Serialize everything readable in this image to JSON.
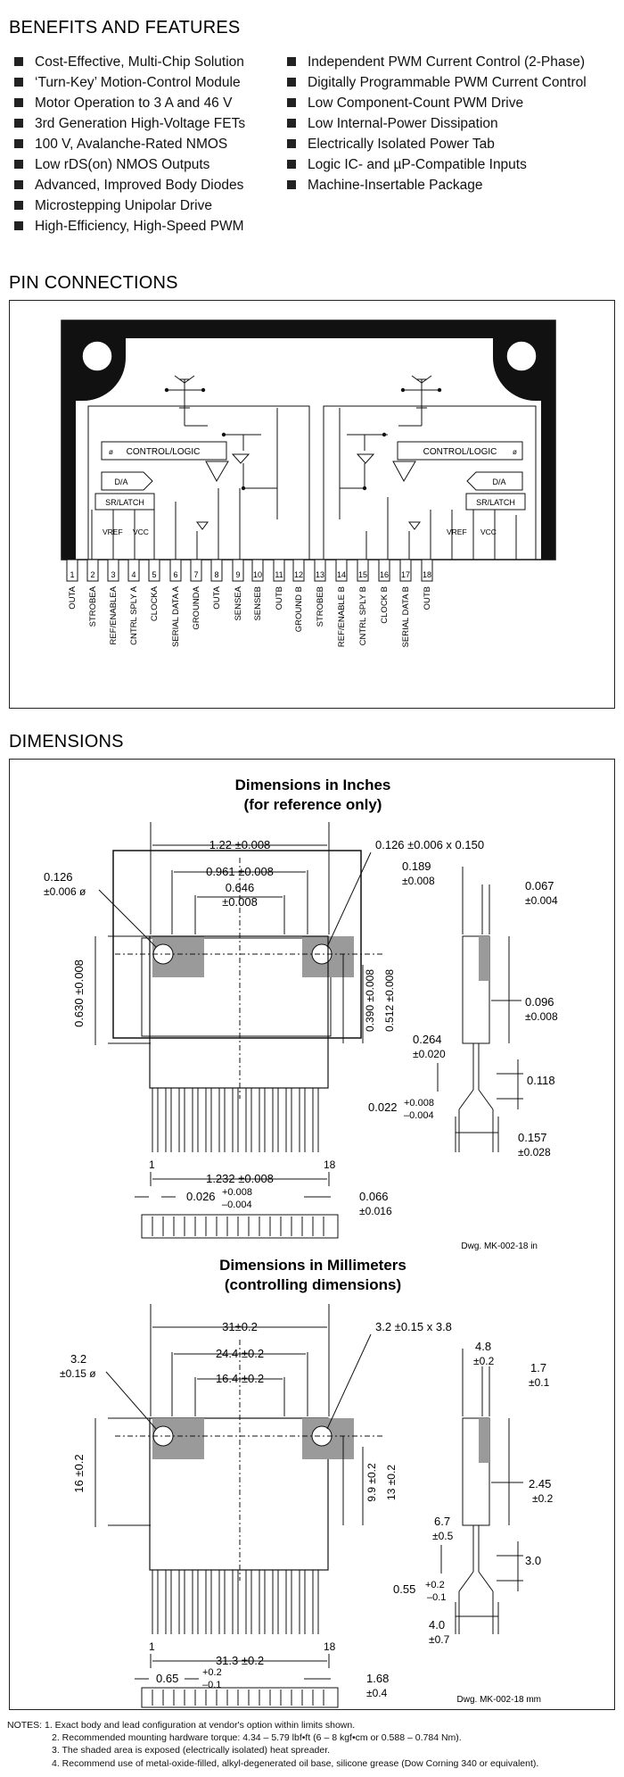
{
  "benefits": {
    "title": "BENEFITS AND FEATURES",
    "left": [
      "Cost-Effective, Multi-Chip Solution",
      "‘Turn-Key’ Motion-Control Module",
      "Motor Operation to 3 A and 46 V",
      "3rd Generation High-Voltage FETs",
      "100 V, Avalanche-Rated NMOS",
      "Low rDS(on) NMOS Outputs",
      "Advanced, Improved Body Diodes",
      "Microstepping Unipolar Drive",
      "High-Efficiency, High-Speed PWM"
    ],
    "right": [
      "Independent PWM Current Control (2-Phase)",
      "Digitally Programmable PWM Current Control",
      "Low Component-Count PWM Drive",
      "Low Internal-Power Dissipation",
      "Electrically Isolated Power Tab",
      "Logic IC- and µP-Compatible Inputs",
      "Machine-Insertable Package"
    ]
  },
  "pins": {
    "title": "PIN CONNECTIONS",
    "control_logic": "CONTROL/LOGIC",
    "da": "D/A",
    "sr_latch": "SR/LATCH",
    "vref": "VREF",
    "vcc": "VCC",
    "phi": "ø",
    "numbers": [
      "1",
      "2",
      "3",
      "4",
      "5",
      "6",
      "7",
      "8",
      "9",
      "10",
      "11",
      "12",
      "13",
      "14",
      "15",
      "16",
      "17",
      "18"
    ],
    "labels": [
      "OUTA",
      "STROBEA",
      "REF/ENABLEA",
      "CNTRL SPLY A",
      "CLOCKA",
      "SERIAL DATA A",
      "GROUNDA",
      "OUTA",
      "SENSEA",
      "SENSEB",
      "OUTB",
      "GROUND B",
      "STROBEB",
      "REF/ENABLE B",
      "CNTRL SPLY B",
      "CLOCK B",
      "SERIAL DATA B",
      "OUTB"
    ]
  },
  "dimensions": {
    "title": "DIMENSIONS",
    "inches": {
      "title1": "Dimensions in Inches",
      "title2": "(for reference only)",
      "overall_width": "1.22 ±0.008",
      "hole_spacing": "0.961 ±0.008",
      "tab_width_1": "0.646",
      "tab_width_2": "±0.008",
      "hole_dia_1": "0.126",
      "hole_dia_2": "±0.006 ø",
      "slot": "0.126 ±0.006 x 0.150",
      "thickness_1": "0.189",
      "thickness_2": "±0.008",
      "tab_thick_1": "0.067",
      "tab_thick_2": "±0.004",
      "height": "0.630 ±0.008",
      "h390": "0.390 ±0.008",
      "h512": "0.512 ±0.008",
      "b096_1": "0.096",
      "b096_2": "±0.008",
      "l264_1": "0.264",
      "l264_2": "±0.020",
      "l118": "0.118",
      "l022_1": "0.022",
      "l022_2": "+0.008",
      "l022_3": "–0.004",
      "l157_1": "0.157",
      "l157_2": "±0.028",
      "pin1": "1",
      "pin18": "18",
      "lead_span": "1.232 ±0.008",
      "lead_w_1": "0.026",
      "lead_w_2": "+0.008",
      "lead_w_3": "–0.004",
      "lead_p_1": "0.066",
      "lead_p_2": "±0.016",
      "dwg": "Dwg. MK-002-18 in"
    },
    "mm": {
      "title1": "Dimensions in Millimeters",
      "title2": "(controlling dimensions)",
      "overall_width": "31±0.2",
      "hole_spacing": "24.4 ±0.2",
      "tab_width": "16.4 ±0.2",
      "hole_dia_1": "3.2",
      "hole_dia_2": "±0.15 ø",
      "slot": "3.2 ±0.15 x 3.8",
      "thickness_1": "4.8",
      "thickness_2": "±0.2",
      "tab_thick_1": "1.7",
      "tab_thick_2": "±0.1",
      "height": "16 ±0.2",
      "h99": "9.9 ±0.2",
      "h13": "13 ±0.2",
      "b245_1": "2.45",
      "b245_2": "±0.2",
      "l67_1": "6.7",
      "l67_2": "±0.5",
      "l30": "3.0",
      "l055_1": "0.55",
      "l055_2": "+0.2",
      "l055_3": "–0.1",
      "l40_1": "4.0",
      "l40_2": "±0.7",
      "pin1": "1",
      "pin18": "18",
      "lead_span": "31.3 ±0.2",
      "lead_w_1": "0.65",
      "lead_w_2": "+0.2",
      "lead_w_3": "–0.1",
      "lead_p_1": "1.68",
      "lead_p_2": "±0.4",
      "dwg": "Dwg. MK-002-18 mm"
    }
  },
  "notes": [
    "NOTES: 1. Exact body and lead configuration at vendor's option within limits shown.",
    "2. Recommended mounting hardware torque: 4.34 – 5.79 lbf•ft (6 – 8 kgf•cm or 0.588 – 0.784 Nm).",
    "3. The shaded area is exposed (electrically isolated) heat spreader.",
    "4. Recommend use of metal-oxide-filled, alkyl-degenerated oil base, silicone grease (Dow Corning 340 or equivalent)."
  ]
}
